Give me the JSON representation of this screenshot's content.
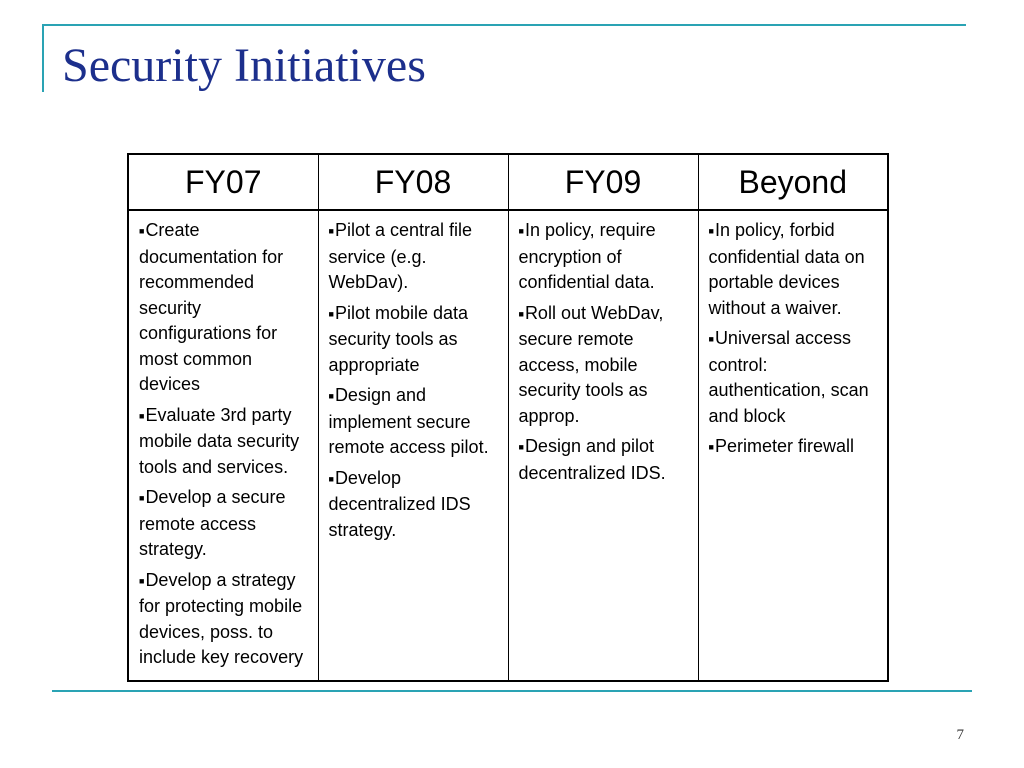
{
  "slide": {
    "title": "Security Initiatives",
    "page_number": "7",
    "accent_color": "#2aa3b4",
    "title_color": "#1c2f8c",
    "bullet_icon": "square-bullet"
  },
  "table": {
    "headers": [
      "FY07",
      "FY08",
      "FY09",
      "Beyond"
    ],
    "columns": [
      {
        "items": [
          "Create documentation for recommended security configurations for most common devices",
          "Evaluate 3rd party mobile data security tools and services.",
          "Develop a secure remote access strategy.",
          "Develop a strategy for protecting mobile devices, poss. to include key recovery"
        ]
      },
      {
        "items": [
          "Pilot a central file service (e.g. WebDav).",
          "Pilot mobile data security tools as appropriate",
          "Design and implement secure remote access pilot.",
          "Develop decentralized IDS strategy."
        ]
      },
      {
        "items": [
          "In policy, require encryption of confidential data.",
          "Roll out WebDav, secure remote access, mobile security tools as approp.",
          "Design and pilot decentralized IDS."
        ]
      },
      {
        "items": [
          "In policy, forbid confidential data on portable devices without a waiver.",
          "Universal access control: authentication, scan and block",
          "Perimeter firewall"
        ]
      }
    ]
  }
}
